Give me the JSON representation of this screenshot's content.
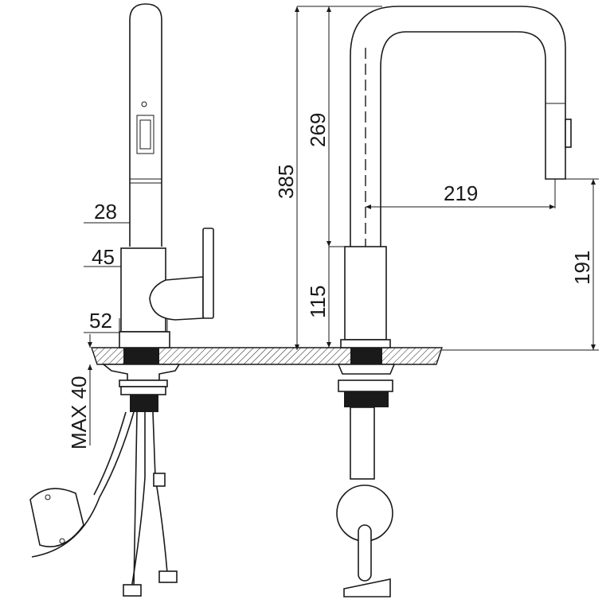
{
  "title": "Pull-out kitchen faucet dimension drawing",
  "dimensions": {
    "spout_diameter": "28",
    "body_diameter": "45",
    "base_diameter": "52",
    "max_counter_thickness": "MAX 40",
    "total_height": "385",
    "spout_height": "269",
    "body_height": "115",
    "spout_reach": "219",
    "outlet_height": "191"
  },
  "colors": {
    "line": "#1a1a1a",
    "background": "#ffffff"
  }
}
